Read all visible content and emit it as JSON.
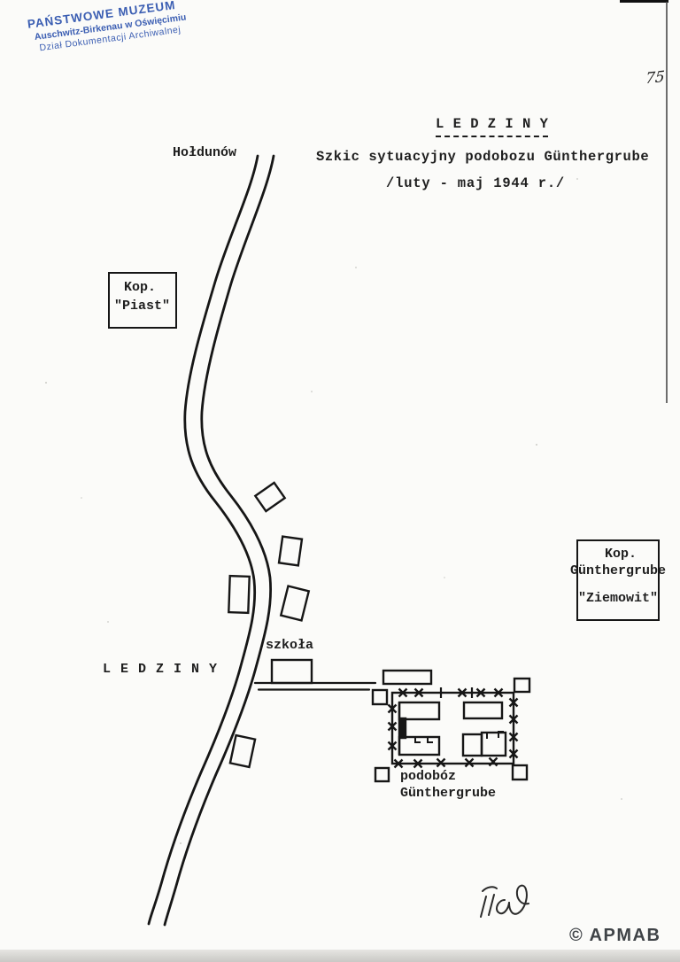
{
  "page": {
    "number": "75",
    "copyright": "© APMAB"
  },
  "stamp": {
    "line1": "PAŃSTWOWE MUZEUM",
    "line2": "Auschwitz-Birkenau w Oświęcimiu",
    "line3": "Dział Dokumentacji Archiwalnej",
    "color": "#2b51ad"
  },
  "title": {
    "heading": "L E D Z I N Y",
    "subtitle": "Szkic sytuacyjny podobozu Günthergrube",
    "date_line": "/luty - maj 1944 r./"
  },
  "map_labels": {
    "holdunow": "Hołdunów",
    "ledziny": "L E D Z I N Y",
    "szkola": "szkoła",
    "podoboz_line1": "podobóz",
    "podoboz_line2": "Günthergrube"
  },
  "mine_boxes": {
    "piast": {
      "line1": "Kop.",
      "line2": "\"Piast\""
    },
    "ziemowit": {
      "line1": "Kop.",
      "line2": "Günthergrube",
      "line3": "\"Ziemowit\""
    }
  },
  "colors": {
    "ink": "#1a1a1a",
    "paper": "#fbfbf9",
    "stamp_blue": "#2b51ad",
    "copyright_gray": "#3f4347"
  }
}
